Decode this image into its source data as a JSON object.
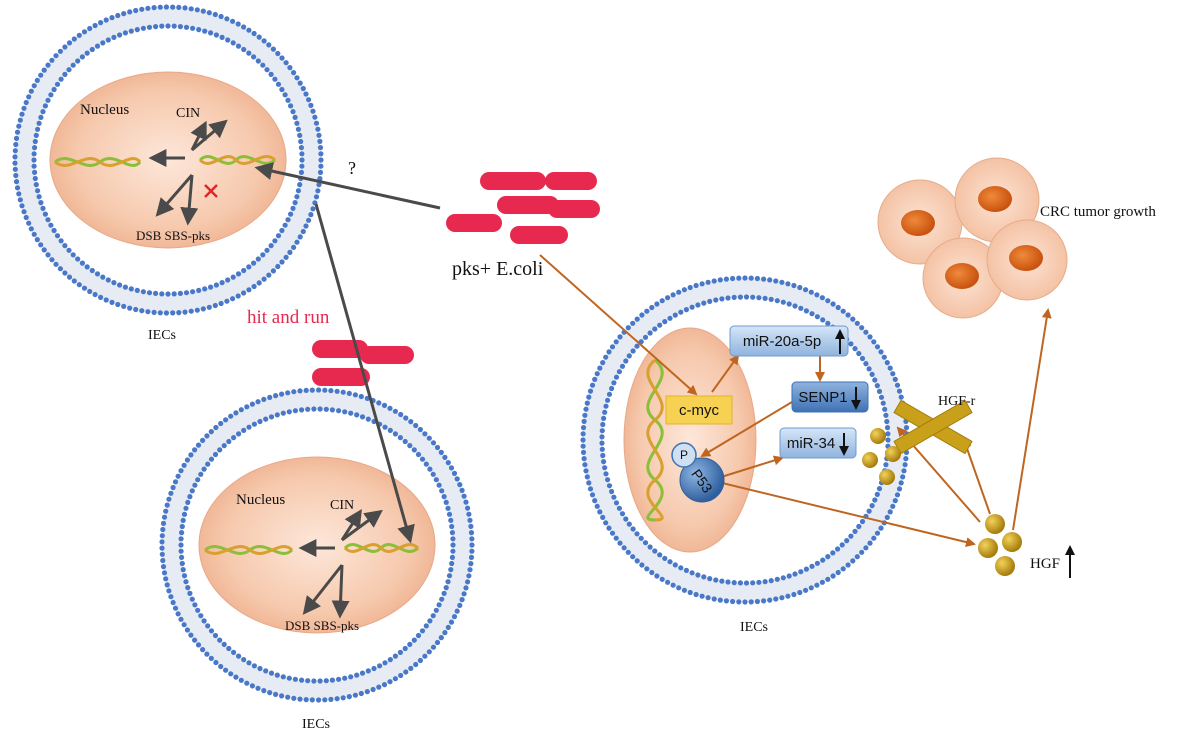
{
  "labels": {
    "nucleus_top": "Nucleus",
    "cin_top": "CIN",
    "dsb_top": "DSB SBS-pks",
    "iecs_top": "IECs",
    "question": "?",
    "pks_ecoli": "pks+ E.coli",
    "hit_and_run": "hit and run",
    "nucleus_bottom": "Nucleus",
    "cin_bottom": "CIN",
    "dsb_bottom": "DSB SBS-pks",
    "iecs_bottom": "IECs",
    "cmyc": "c-myc",
    "mir20": "miR-20a-5p",
    "senp1": "SENP1",
    "mir34": "miR-34",
    "p_label": "P",
    "p53": "P53",
    "iecs_right": "IECs",
    "hgf_r": "HGF-r",
    "hgf": "HGF",
    "crc": "CRC tumor growth"
  },
  "colors": {
    "membrane_dot": "#4a78c8",
    "nucleus_fill": "#f6c9ad",
    "bacteria": "#e8294f",
    "pathway_arrow": "#c0651f",
    "gray_arrow": "#4a4a4a",
    "hgf_particle": "#c9a01a",
    "mirna_box": "#a9c8ea",
    "cmyc_box": "#f7d152",
    "crc_nucleus": "#e0621a",
    "hit_and_run_text": "#e8294f"
  }
}
